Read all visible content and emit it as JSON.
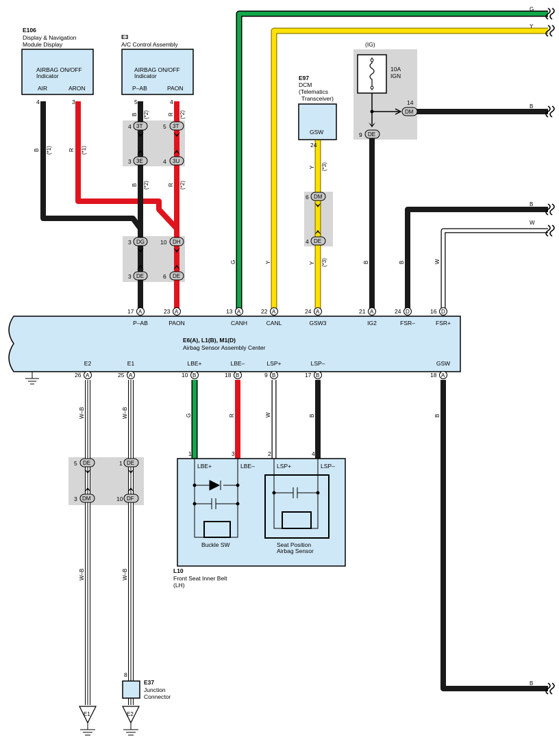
{
  "colors": {
    "black": "#1a1a1a",
    "red": "#e0141e",
    "green": "#12a64a",
    "yellow": "#ffe100",
    "white_wire": "#ffffff",
    "component_fill": "#cfe8f7",
    "splice_gray": "#d6d6d6"
  },
  "edge_wires": {
    "g": "G",
    "y": "Y",
    "b_dcm": "B",
    "b_fsr": "B",
    "w_fsr": "W",
    "b_gsw": "B"
  },
  "e106": {
    "code": "E106",
    "name1": "Display & Navigation",
    "name2": "Module Display",
    "inner1": "AIRBAG ON/OFF",
    "inner2": "Indicator",
    "term_air": "AIR",
    "term_aron": "ARON",
    "pin_air": "4",
    "pin_aron": "3"
  },
  "e3": {
    "code": "E3",
    "name": "A/C Control Assembly",
    "inner1": "AIRBAG ON/OFF",
    "inner2": "Indicator",
    "term_pab": "P–AB",
    "term_paon": "PAON",
    "pin_pab": "5",
    "pin_paon": "4"
  },
  "e97": {
    "code": "E97",
    "name1": "DCM",
    "name2": "(Telematics",
    "name3": "Transceiver)",
    "inner": "GSW",
    "pin": "24"
  },
  "ig": {
    "label": "(IG)",
    "fuse1": "10A",
    "fuse2": "IGN",
    "pin_dm": "14",
    "conn_dm": "DM",
    "pin_de": "9",
    "conn_de": "DE"
  },
  "wire_labels": {
    "b": "B",
    "r": "R",
    "g": "G",
    "y": "Y",
    "w": "W",
    "wb": "W–B",
    "n1": "(*1)",
    "n2": "(*2)",
    "n3": "(*3)"
  },
  "splices": {
    "s1": {
      "pin_l_top": "4",
      "conn_l_top": "3T",
      "pin_r_top": "5",
      "conn_r_top": "3T",
      "pin_l_bot": "3",
      "conn_l_bot": "3E",
      "pin_r_bot": "4",
      "conn_r_bot": "3U"
    },
    "s2": {
      "pin_l_top": "3",
      "conn_l_top": "DG",
      "pin_r_top": "10",
      "conn_r_top": "DH",
      "pin_l_bot": "3",
      "conn_l_bot": "DE",
      "pin_r_bot": "6",
      "conn_r_bot": "DE"
    },
    "s3": {
      "pin_top": "6",
      "conn_top": "DM",
      "pin_bot": "4",
      "conn_bot": "DE"
    },
    "s4": {
      "pin_l_top": "5",
      "conn_l_top": "DE",
      "pin_r_top": "1",
      "conn_r_top": "DE",
      "pin_l_bot": "3",
      "conn_l_bot": "DM",
      "pin_r_bot": "10",
      "conn_r_bot": "DF"
    }
  },
  "asm": {
    "title1": "E6(A), L1(B), M1(D)",
    "title2": "Airbag Sensor Assembly Center",
    "top": [
      {
        "pin": "17",
        "conn": "A",
        "term": "P–AB"
      },
      {
        "pin": "23",
        "conn": "A",
        "term": "PAON"
      },
      {
        "pin": "13",
        "conn": "A",
        "term": "CANH"
      },
      {
        "pin": "22",
        "conn": "A",
        "term": "CANL"
      },
      {
        "pin": "24",
        "conn": "A",
        "term": "GSW3"
      },
      {
        "pin": "21",
        "conn": "A",
        "term": "IG2"
      },
      {
        "pin": "24",
        "conn": "D",
        "term": "FSR–"
      },
      {
        "pin": "16",
        "conn": "D",
        "term": "FSR+"
      }
    ],
    "bottom": [
      {
        "pin": "26",
        "conn": "A",
        "term": "E2"
      },
      {
        "pin": "25",
        "conn": "A",
        "term": "E1"
      },
      {
        "pin": "10",
        "conn": "B",
        "term": "LBE+"
      },
      {
        "pin": "18",
        "conn": "B",
        "term": "LBE–"
      },
      {
        "pin": "9",
        "conn": "B",
        "term": "LSP+"
      },
      {
        "pin": "17",
        "conn": "B",
        "term": "LSP–"
      },
      {
        "pin": "18",
        "conn": "A",
        "term": "GSW"
      }
    ]
  },
  "l10": {
    "code": "L10",
    "name1": "Front Seat Inner Belt",
    "name2": "(LH)",
    "pins": [
      "1",
      "3",
      "2",
      "4"
    ],
    "terms": [
      "LBE+",
      "LBE–",
      "LSP+",
      "LSP–"
    ],
    "buckle": "Buckle SW",
    "seat1": "Seat Position",
    "seat2": "Airbag Sensor"
  },
  "e37": {
    "pin": "8",
    "code": "E37",
    "name1": "Junction",
    "name2": "Connector"
  },
  "grounds": {
    "e1": "E1",
    "e2": "E2"
  }
}
